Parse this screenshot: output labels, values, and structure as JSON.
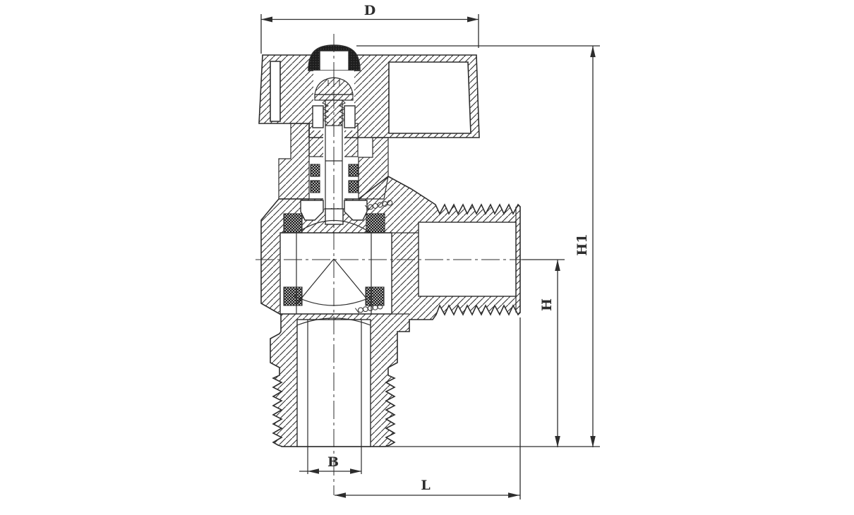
{
  "drawing": {
    "type": "valve-cross-section",
    "colors": {
      "background": "#ffffff",
      "ink": "#2d2d2d"
    },
    "dimension_labels": {
      "top_width": "D",
      "total_height": "H1",
      "outlet_height": "H",
      "bottom_bore": "B",
      "outlet_length": "L"
    }
  }
}
